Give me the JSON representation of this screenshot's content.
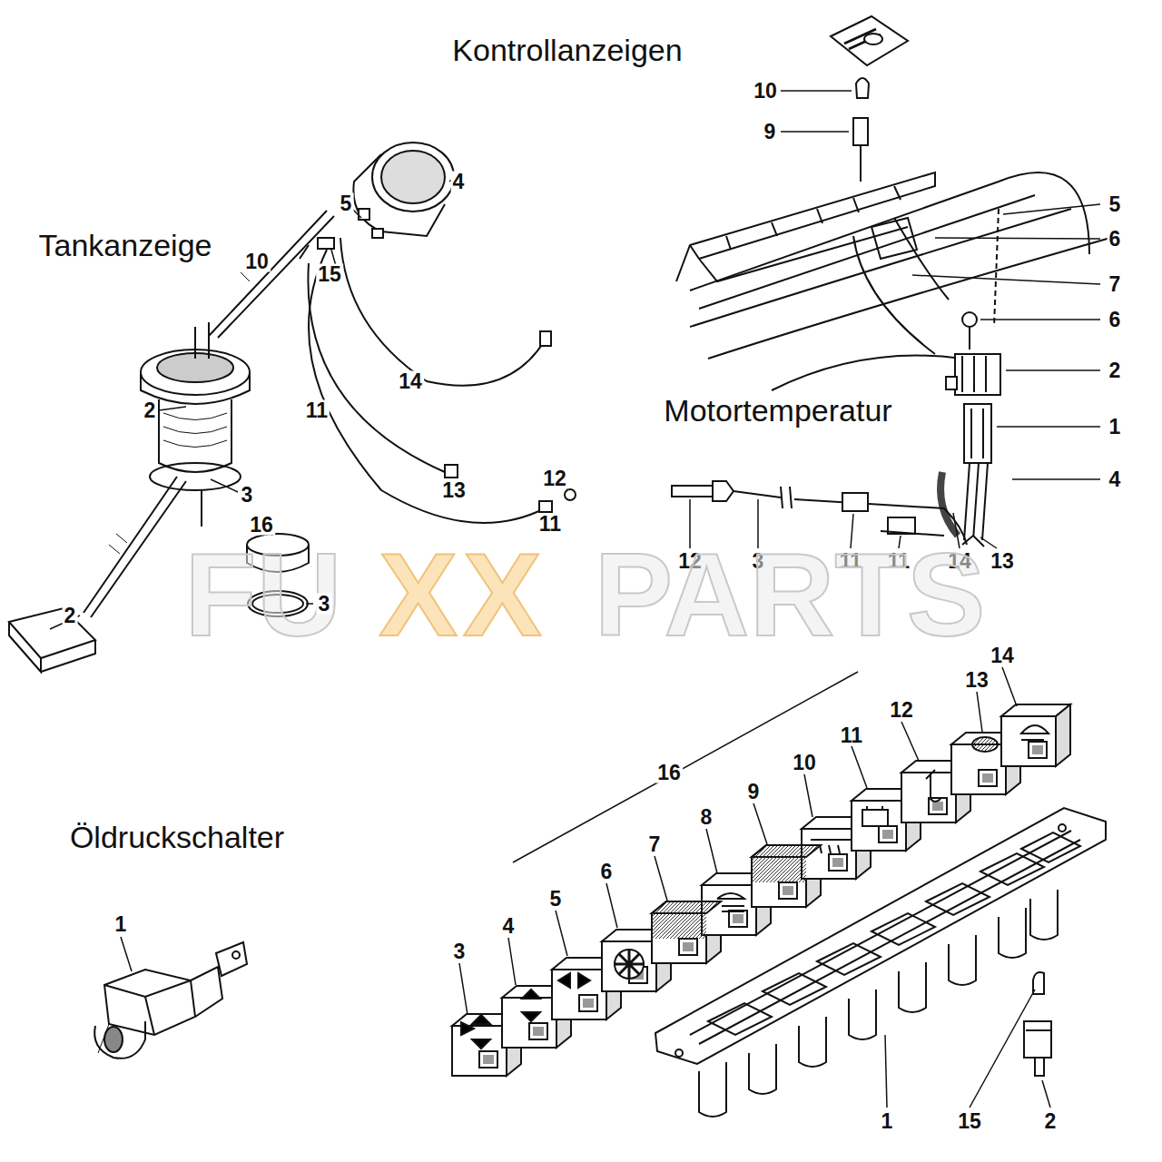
{
  "diagram": {
    "labels": [
      "Kontrollanzeigen",
      "10",
      "9",
      "Tankanzeige",
      "4",
      "5",
      "10",
      "15",
      "5",
      "6",
      "7",
      "6",
      "2",
      "Motortemperatur",
      "1",
      "14",
      "11",
      "2",
      "3",
      "13",
      "4",
      "12",
      "11",
      "16",
      "12",
      "3",
      "11",
      "11",
      "14",
      "13",
      "FU",
      "XX",
      "PARTS",
      "3",
      "2",
      "14",
      "13",
      "12",
      "11",
      "10",
      "16",
      "9",
      "8",
      "7",
      "Öldruckschalter",
      "6",
      "5",
      "1",
      "4",
      "3",
      "1",
      "15",
      "2"
    ]
  }
}
